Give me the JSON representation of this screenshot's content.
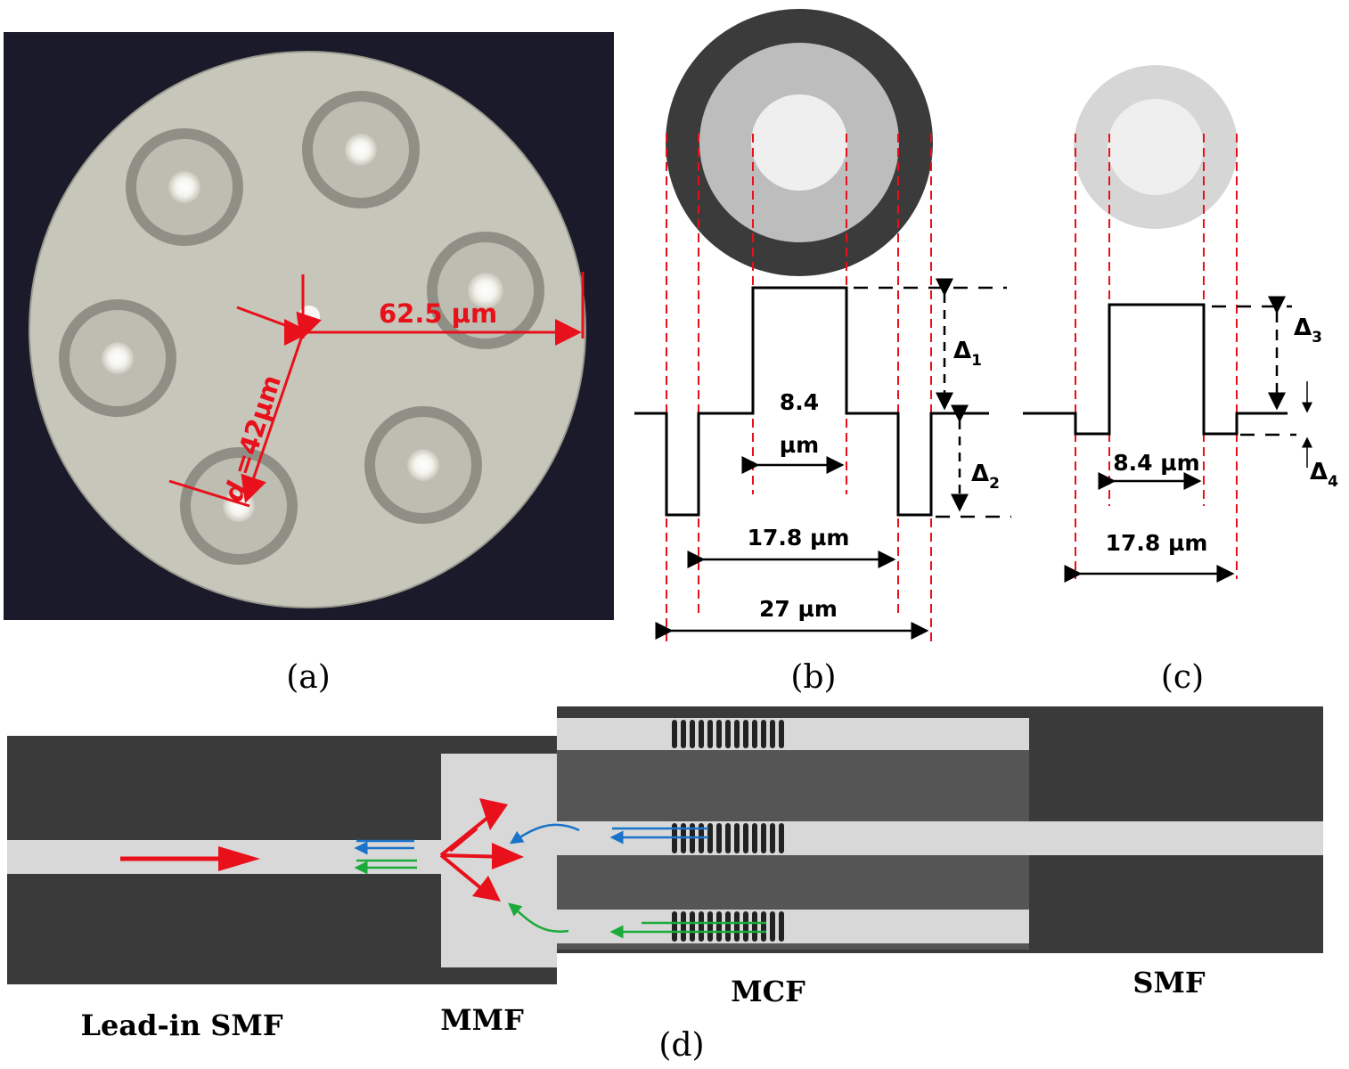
{
  "panels": {
    "a": "(a)",
    "b": "(b)",
    "c": "(c)",
    "d": "(d)"
  },
  "micrograph": {
    "radius_label": "62.5 µm",
    "pitch_label_var": "d",
    "pitch_label_val": " =42µm"
  },
  "profile_b": {
    "core_label_line1": "8.4",
    "core_label_line2": "µm",
    "trench_inner_label": "17.8 µm",
    "trench_outer_label": "27 µm",
    "delta1": "Δ",
    "delta1_sub": "1",
    "delta2": "Δ",
    "delta2_sub": "2"
  },
  "profile_c": {
    "core_label": "8.4 µm",
    "cladding_label": "17.8 µm",
    "delta3": "Δ",
    "delta3_sub": "3",
    "delta4": "Δ",
    "delta4_sub": "4"
  },
  "schematic": {
    "lead_in": "Lead-in SMF",
    "mmf": "MMF",
    "mcf": "MCF",
    "smf": "SMF"
  },
  "colors": {
    "red": "#e8101a",
    "blue": "#1a73c9",
    "green": "#1aab3a",
    "dark_cladding": "#3a3a3a",
    "mcf_cladding": "#555555",
    "core_light": "#d8d8d8"
  }
}
